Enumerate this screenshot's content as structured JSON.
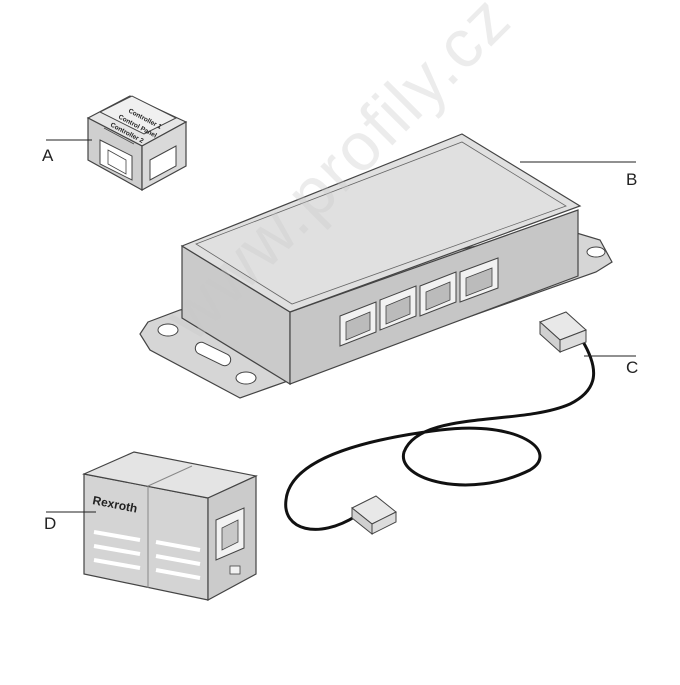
{
  "callouts": {
    "a": "A",
    "b": "B",
    "c": "C",
    "d": "D"
  },
  "adapter_a": {
    "label_line1": "Controller 1",
    "label_line2": "Control Panel",
    "label_line3": "Controller 2"
  },
  "adapter_d": {
    "brand": "Rexroth"
  },
  "watermark": "www.profily.cz",
  "colors": {
    "body_fill": "#d8d8d8",
    "body_dark": "#bdbdbd",
    "outline": "#444444",
    "cable": "#111111"
  }
}
